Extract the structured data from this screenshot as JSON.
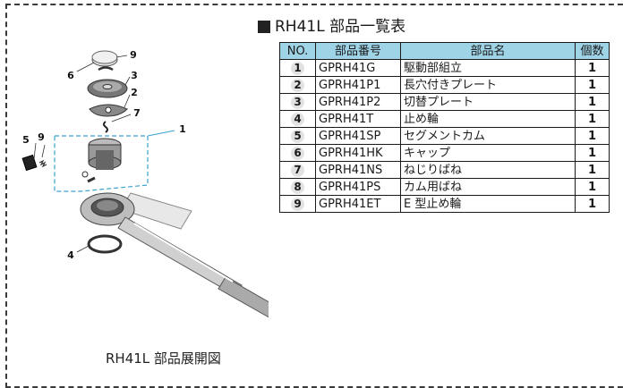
{
  "title": "RH41L 部品一覧表",
  "caption": "RH41L 部品展開図",
  "table": {
    "headers": [
      "NO.",
      "部品番号",
      "部品名",
      "個数"
    ],
    "rows": [
      {
        "no": "1",
        "code": "GPRH41G",
        "name": "駆動部組立",
        "qty": "1"
      },
      {
        "no": "2",
        "code": "GPRH41P1",
        "name": "長穴付きプレート",
        "qty": "1"
      },
      {
        "no": "3",
        "code": "GPRH41P2",
        "name": "切替プレート",
        "qty": "1"
      },
      {
        "no": "4",
        "code": "GPRH41T",
        "name": "止め輪",
        "qty": "1"
      },
      {
        "no": "5",
        "code": "GPRH41SP",
        "name": "セグメントカム",
        "qty": "1"
      },
      {
        "no": "6",
        "code": "GPRH41HK",
        "name": "キャップ",
        "qty": "1"
      },
      {
        "no": "7",
        "code": "GPRH41NS",
        "name": "ねじりばね",
        "qty": "1"
      },
      {
        "no": "8",
        "code": "GPRH41PS",
        "name": "カム用ばね",
        "qty": "1"
      },
      {
        "no": "9",
        "code": "GPRH41ET",
        "name": "E 型止め輪",
        "qty": "1"
      }
    ]
  },
  "diagram_labels": {
    "l1": "1",
    "l2": "2",
    "l3": "3",
    "l4": "4",
    "l5": "5",
    "l6": "6",
    "l7": "7",
    "l9a": "9",
    "l9b": "9"
  },
  "colors": {
    "header_bg": "#9fd3e6",
    "leader_blue": "#3a9fd0"
  }
}
